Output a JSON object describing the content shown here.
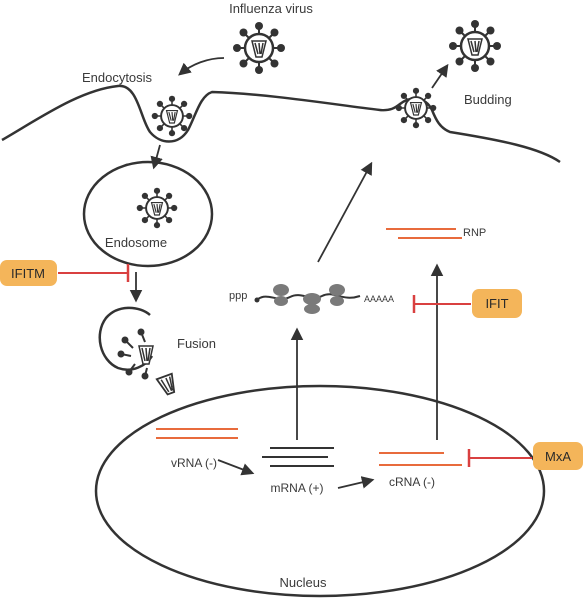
{
  "labels": {
    "influenza_virus": "Influenza virus",
    "endocytosis": "Endocytosis",
    "budding": "Budding",
    "endosome": "Endosome",
    "fusion": "Fusion",
    "rnp": "RNP",
    "ppp": "ppp",
    "poly_a": "AAAAA",
    "vrna": "vRNA (-)",
    "mrna": "mRNA (+)",
    "crna": "cRNA (-)",
    "nucleus": "Nucleus"
  },
  "inhibitors": {
    "ifitm": "IFITM",
    "ifit": "IFIT",
    "mxa": "MxA"
  },
  "colors": {
    "outline": "#333333",
    "rna_strand": "#e86b3c",
    "inhibition_line": "#d94040",
    "inhibitor_badge": "#f4b55a",
    "ribosome": "#7a7a7a"
  }
}
